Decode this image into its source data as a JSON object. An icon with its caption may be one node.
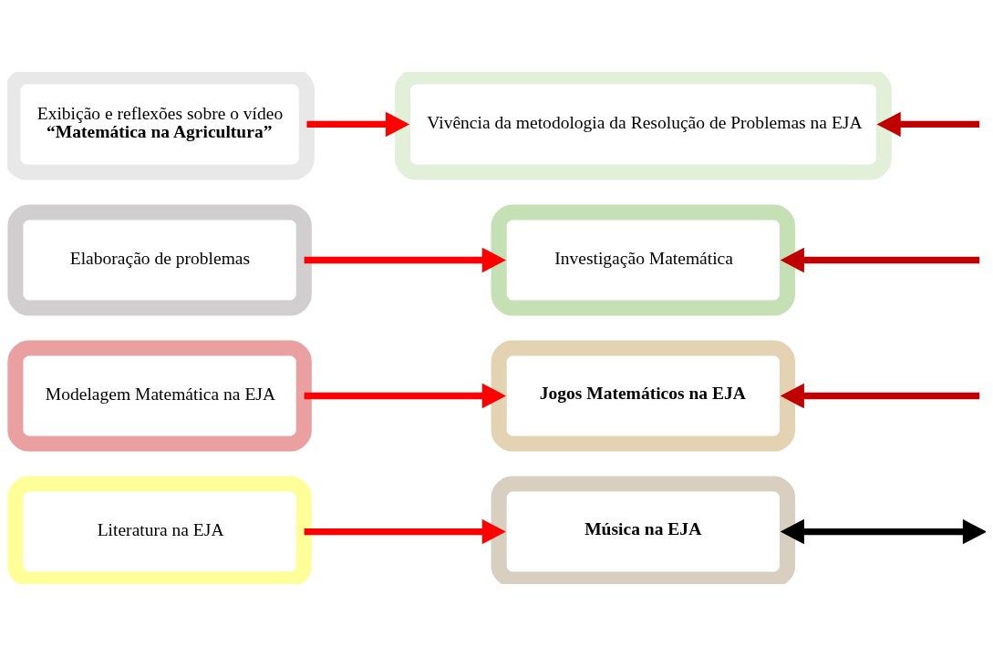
{
  "diagram": {
    "nodes": [
      {
        "text": [
          "Exibição e reflexões sobre o vídeo **“Matemática na Agricultura”**"
        ]
      },
      {
        "text": [
          "Vivência da metodologia da Resolução de Problemas na EJA"
        ]
      },
      {
        "text": [
          "Elaboração de problemas"
        ]
      },
      {
        "text": [
          "Investigação Matemática"
        ]
      },
      {
        "text": [
          "Modelagem Matemática na EJA"
        ]
      },
      {
        "text": [
          "Jogos Matemáticos na EJA"
        ]
      },
      {
        "text": [
          "Literatura na EJA"
        ]
      },
      {
        "text": [
          "Música na EJA"
        ]
      }
    ],
    "edges": [
      {
        "from": 0,
        "to": 1,
        "arrow": "to"
      },
      {
        "from": null,
        "to": 1,
        "arrow": "to",
        "color": "#c00000"
      },
      {
        "from": 2,
        "to": 3,
        "arrow": "to"
      },
      {
        "from": null,
        "to": 3,
        "arrow": "to",
        "color": "#c00000"
      },
      {
        "from": 4,
        "to": 5,
        "arrow": "to"
      },
      {
        "from": null,
        "to": 5,
        "arrow": "to",
        "color": "#c00000"
      },
      {
        "from": 6,
        "to": 7,
        "arrow": "to"
      },
      {
        "from": null,
        "to": 7,
        "arrow": "both",
        "color": "#000000"
      }
    ]
  }
}
